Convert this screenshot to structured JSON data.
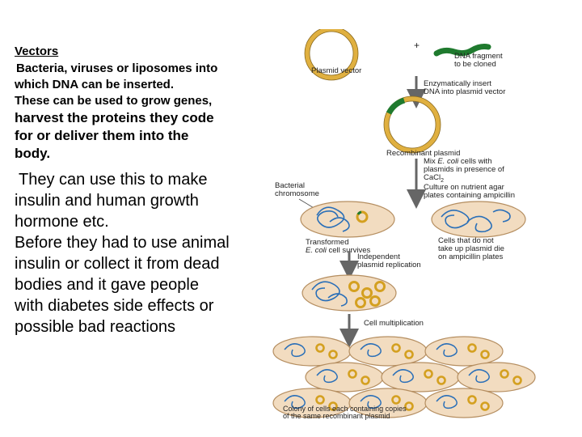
{
  "text": {
    "heading": "Vectors",
    "line1": "Bacteria, viruses or liposomes into",
    "line2": "which DNA can be inserted.",
    "line3": "These can be used to grow  genes,",
    "line4": "harvest the proteins they code",
    "line5": "for or deliver them into the",
    "line6": "body.",
    "p2_1": "They can use this to make",
    "p2_2": "insulin and human growth",
    "p2_3": "hormone etc.",
    "p2_4": "Before they had to use animal",
    "p2_5": "insulin or collect it from dead",
    "p2_6": "bodies and it  gave people",
    "p2_7": "with diabetes side effects or",
    "p2_8": "possible bad reactions"
  },
  "diagram": {
    "plus": "+",
    "dna_fragment_1": "DNA fragment",
    "dna_fragment_2": "to be cloned",
    "plasmid_vector": "Plasmid vector",
    "enzym_1": "Enzymatically insert",
    "enzym_2": "DNA into plasmid vector",
    "recombinant": "Recombinant plasmid",
    "mix_1a": "Mix ",
    "mix_1b": "E. coli",
    "mix_1c": " cells with",
    "mix_2": "plasmids in presence of",
    "mix_3": "CaCl",
    "mix_3_sub": "2",
    "culture_1": "Culture on nutrient agar",
    "culture_2": "plates containing ampicillin",
    "bact_chrom_1": "Bacterial",
    "bact_chrom_2": "chromosome",
    "transformed_1": "Transformed",
    "transformed_2a": "E. coli",
    "transformed_2b": " cell survives",
    "nodie_1": "Cells that do not",
    "nodie_2": "take up plasmid die",
    "nodie_3": "on ampicillin plates",
    "indep_1": "Independent",
    "indep_2": "plasmid replication",
    "cell_mult": "Cell multiplication",
    "colony_1": "Colony of cells each containing copies",
    "colony_2": "of the same recombinant plasmid"
  },
  "colors": {
    "cell_fill": "#f2dcc0",
    "plasmid_ring": "#e6b84a",
    "dna_green": "#1f7a2e",
    "chromosome_blue": "#2a6fb8"
  }
}
